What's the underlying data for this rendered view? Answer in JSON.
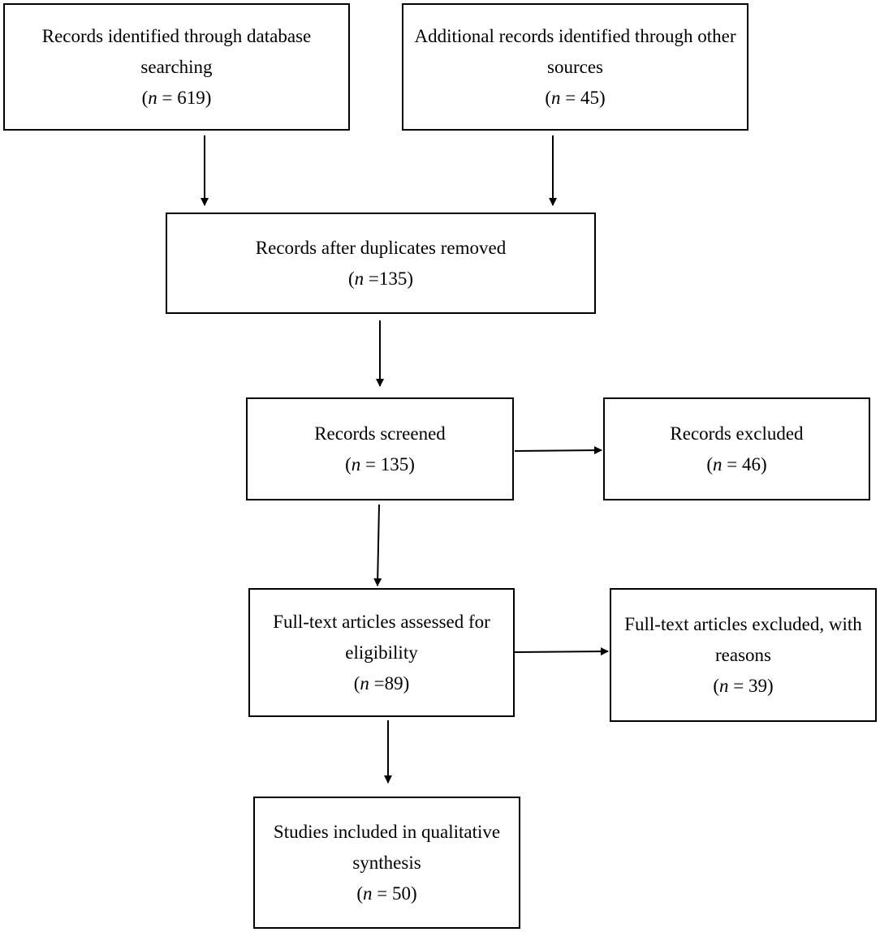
{
  "boxes": {
    "database": {
      "label": "Records identified through database searching",
      "count_var": "n",
      "count_rest": " = 619"
    },
    "other": {
      "label": "Additional records identified through other sources",
      "count_var": "n",
      "count_rest": " = 45"
    },
    "dedup": {
      "label": "Records after duplicates removed",
      "count_var": "n",
      "count_rest": " =135"
    },
    "screened": {
      "label": "Records screened",
      "count_var": "n",
      "count_rest": " = 135"
    },
    "excluded": {
      "label": "Records excluded",
      "count_var": "n",
      "count_rest": " = 46"
    },
    "fulltext": {
      "label": "Full-text articles assessed for eligibility",
      "count_var": "n",
      "count_rest": " =89"
    },
    "fulltext_excluded": {
      "label": "Full-text articles excluded, with reasons",
      "count_var": "n",
      "count_rest": " = 39"
    },
    "included": {
      "label": "Studies included in qualitative synthesis",
      "count_var": "n",
      "count_rest": " = 50"
    }
  },
  "colors": {
    "line": "#000000",
    "background": "#ffffff"
  }
}
